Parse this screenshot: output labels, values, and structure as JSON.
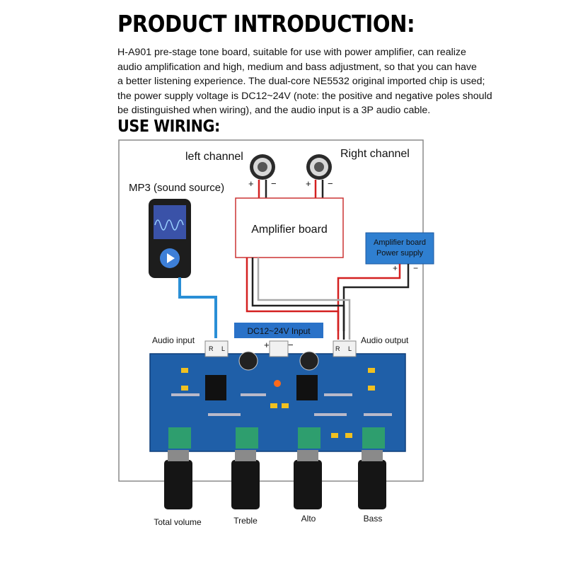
{
  "heading_intro": "PRODUCT INTRODUCTION:",
  "intro_lines": [
    "H-A901 pre-stage tone board, suitable for use with power amplifier, can realize",
    "audio amplification and high, medium and bass adjustment, so that you can have",
    "a better listening experience. The dual-core NE5532 original imported chip is used;",
    "the power supply voltage is DC12~24V (note: the positive and negative poles should",
    "be distinguished when wiring), and the audio input is a 3P audio cable."
  ],
  "heading_wiring": "USE WIRING:",
  "diagram": {
    "left_channel": "left channel",
    "right_channel": "Right channel",
    "sound_source": "MP3 (sound source)",
    "amplifier_board": "Amplifier board",
    "power_supply_line1": "Amplifier board",
    "power_supply_line2": "Power supply",
    "dc_input": "DC12~24V Input",
    "audio_input": "Audio input",
    "audio_output": "Audio output",
    "plus": "+",
    "minus": "−",
    "pin_r": "R",
    "pin_l": "L",
    "knobs": [
      "Total volume",
      "Treble",
      "Alto",
      "Bass"
    ]
  },
  "colors": {
    "frame": "#8a8a8a",
    "wire_red": "#d42020",
    "wire_blue": "#2a8fd6",
    "wire_black": "#222222",
    "pcb_blue": "#1f5fa8",
    "power_box": "#2f7fd0",
    "amp_box_border": "#cc3333",
    "knob_green": "#2e9e6e"
  }
}
